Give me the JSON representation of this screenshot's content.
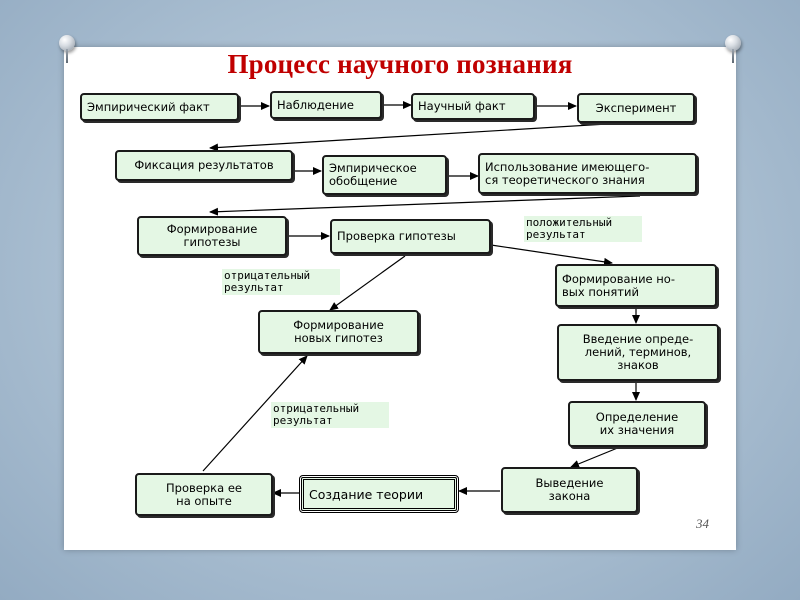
{
  "slide": {
    "title": "Процесс научного познания",
    "page_number": "34"
  },
  "diagram": {
    "nodes": {
      "empirical_fact": "Эмпирический факт",
      "observation": "Наблюдение",
      "scientific_fact": "Научный факт",
      "experiment": "Эксперимент",
      "fixation": "Фиксация результатов",
      "empirical_generalization": "Эмпирическое\nобобщение",
      "theory_use": "Использование имеющего-\nся  теоретического знания",
      "hypothesis_formation": "Формирование\nгипотезы",
      "hypothesis_check": "Проверка гипотезы",
      "new_concepts": "Формирование но-\nвых понятий",
      "new_hypotheses": "Формирование\nновых гипотез",
      "definitions": "Введение опреде-\nлений, терминов,\nзнаков",
      "meanings": "Определение\nих значения",
      "law": "Выведение\nзакона",
      "theory": "Создание теории",
      "experience_check": "Проверка ее\nна опыте"
    },
    "labels": {
      "positive": "положительный\nрезультат",
      "negative_1": "отрицательный\nрезультат",
      "negative_2": "отрицательный\nрезультат"
    }
  }
}
